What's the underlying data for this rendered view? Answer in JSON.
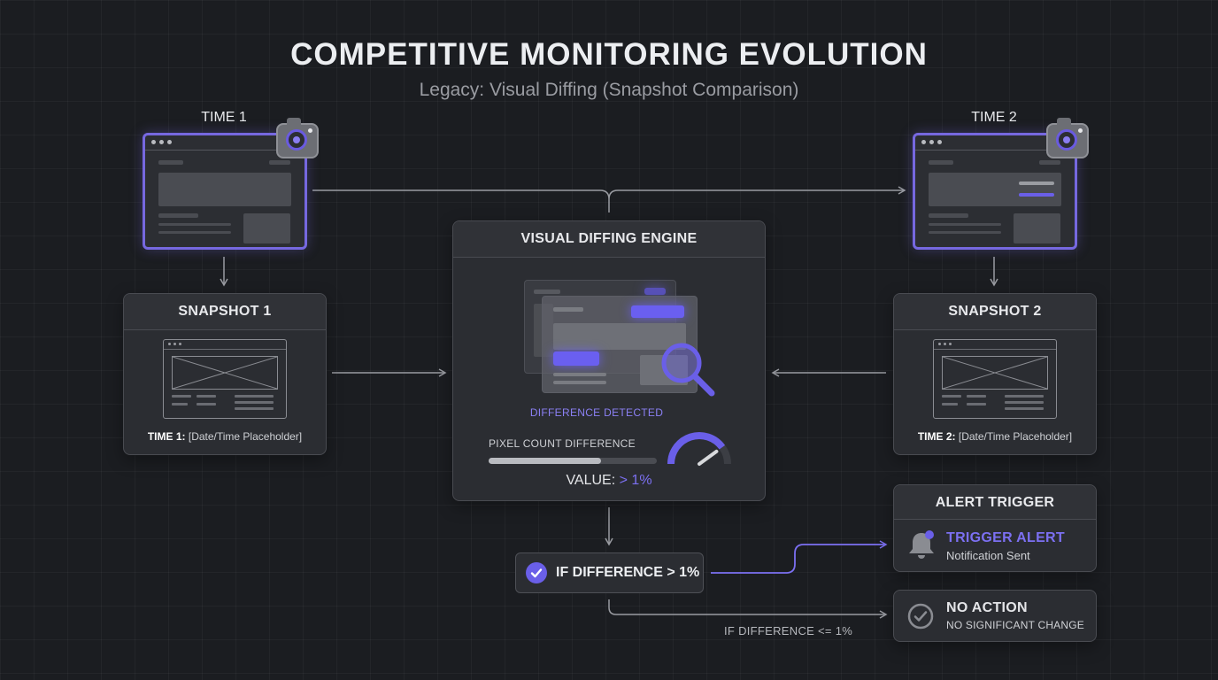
{
  "header": {
    "title": "COMPETITIVE MONITORING EVOLUTION",
    "subtitle": "Legacy: Visual Diffing (Snapshot Comparison)"
  },
  "capture": {
    "left_label": "TIME 1",
    "right_label": "TIME 2",
    "icon": "camera-icon"
  },
  "snapshots": [
    {
      "title": "SNAPSHOT 1",
      "caption_key": "TIME 1:",
      "caption_value": "[Date/Time Placeholder]"
    },
    {
      "title": "SNAPSHOT 2",
      "caption_key": "TIME 2:",
      "caption_value": "[Date/Time Placeholder]"
    }
  ],
  "engine": {
    "title": "VISUAL DIFFING ENGINE",
    "detected": "DIFFERENCE DETECTED",
    "metric_label": "PIXEL COUNT DIFFERENCE",
    "metric_fill": 0.67,
    "gauge_fill": 0.8,
    "value_prefix": "VALUE:",
    "value": "> 1%"
  },
  "condition": {
    "text": "IF DIFFERENCE > 1%",
    "else_text": "IF DIFFERENCE <= 1%"
  },
  "alert": {
    "header": "ALERT TRIGGER",
    "title": "TRIGGER ALERT",
    "subtitle": "Notification Sent",
    "icon": "bell-icon"
  },
  "no_action": {
    "title": "NO ACTION",
    "subtitle": "NO SIGNIFICANT CHANGE",
    "icon": "check-circle-icon"
  },
  "colors": {
    "accent": "#6a5fe8",
    "background": "#1b1d21",
    "panel": "#2b2d32"
  }
}
